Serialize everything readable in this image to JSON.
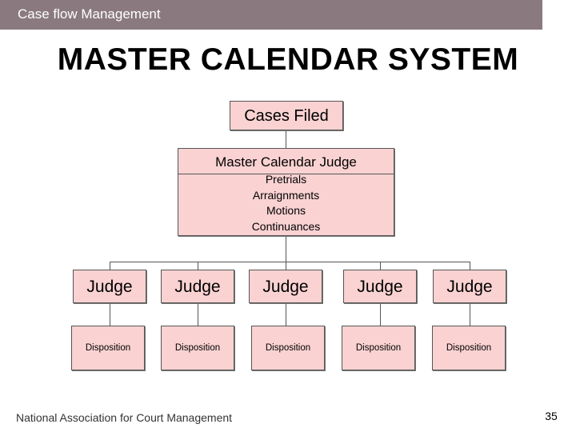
{
  "header": {
    "title": "Case flow Management"
  },
  "slide": {
    "title": "MASTER CALENDAR SYSTEM"
  },
  "diagram": {
    "cases_filed": "Cases Filed",
    "master_calendar_judge": {
      "title": "Master Calendar Judge",
      "items": [
        "Pretrials",
        "Arraignments",
        "Motions",
        "Continuances"
      ]
    },
    "judges": [
      "Judge",
      "Judge",
      "Judge",
      "Judge",
      "Judge"
    ],
    "dispositions": [
      "Disposition",
      "Disposition",
      "Disposition",
      "Disposition",
      "Disposition"
    ]
  },
  "footer": {
    "org": "National Association for Court Management",
    "page": "35"
  },
  "colors": {
    "header_bg": "#8a7a80",
    "box_fill": "#fad2d2",
    "line": "#555555"
  }
}
